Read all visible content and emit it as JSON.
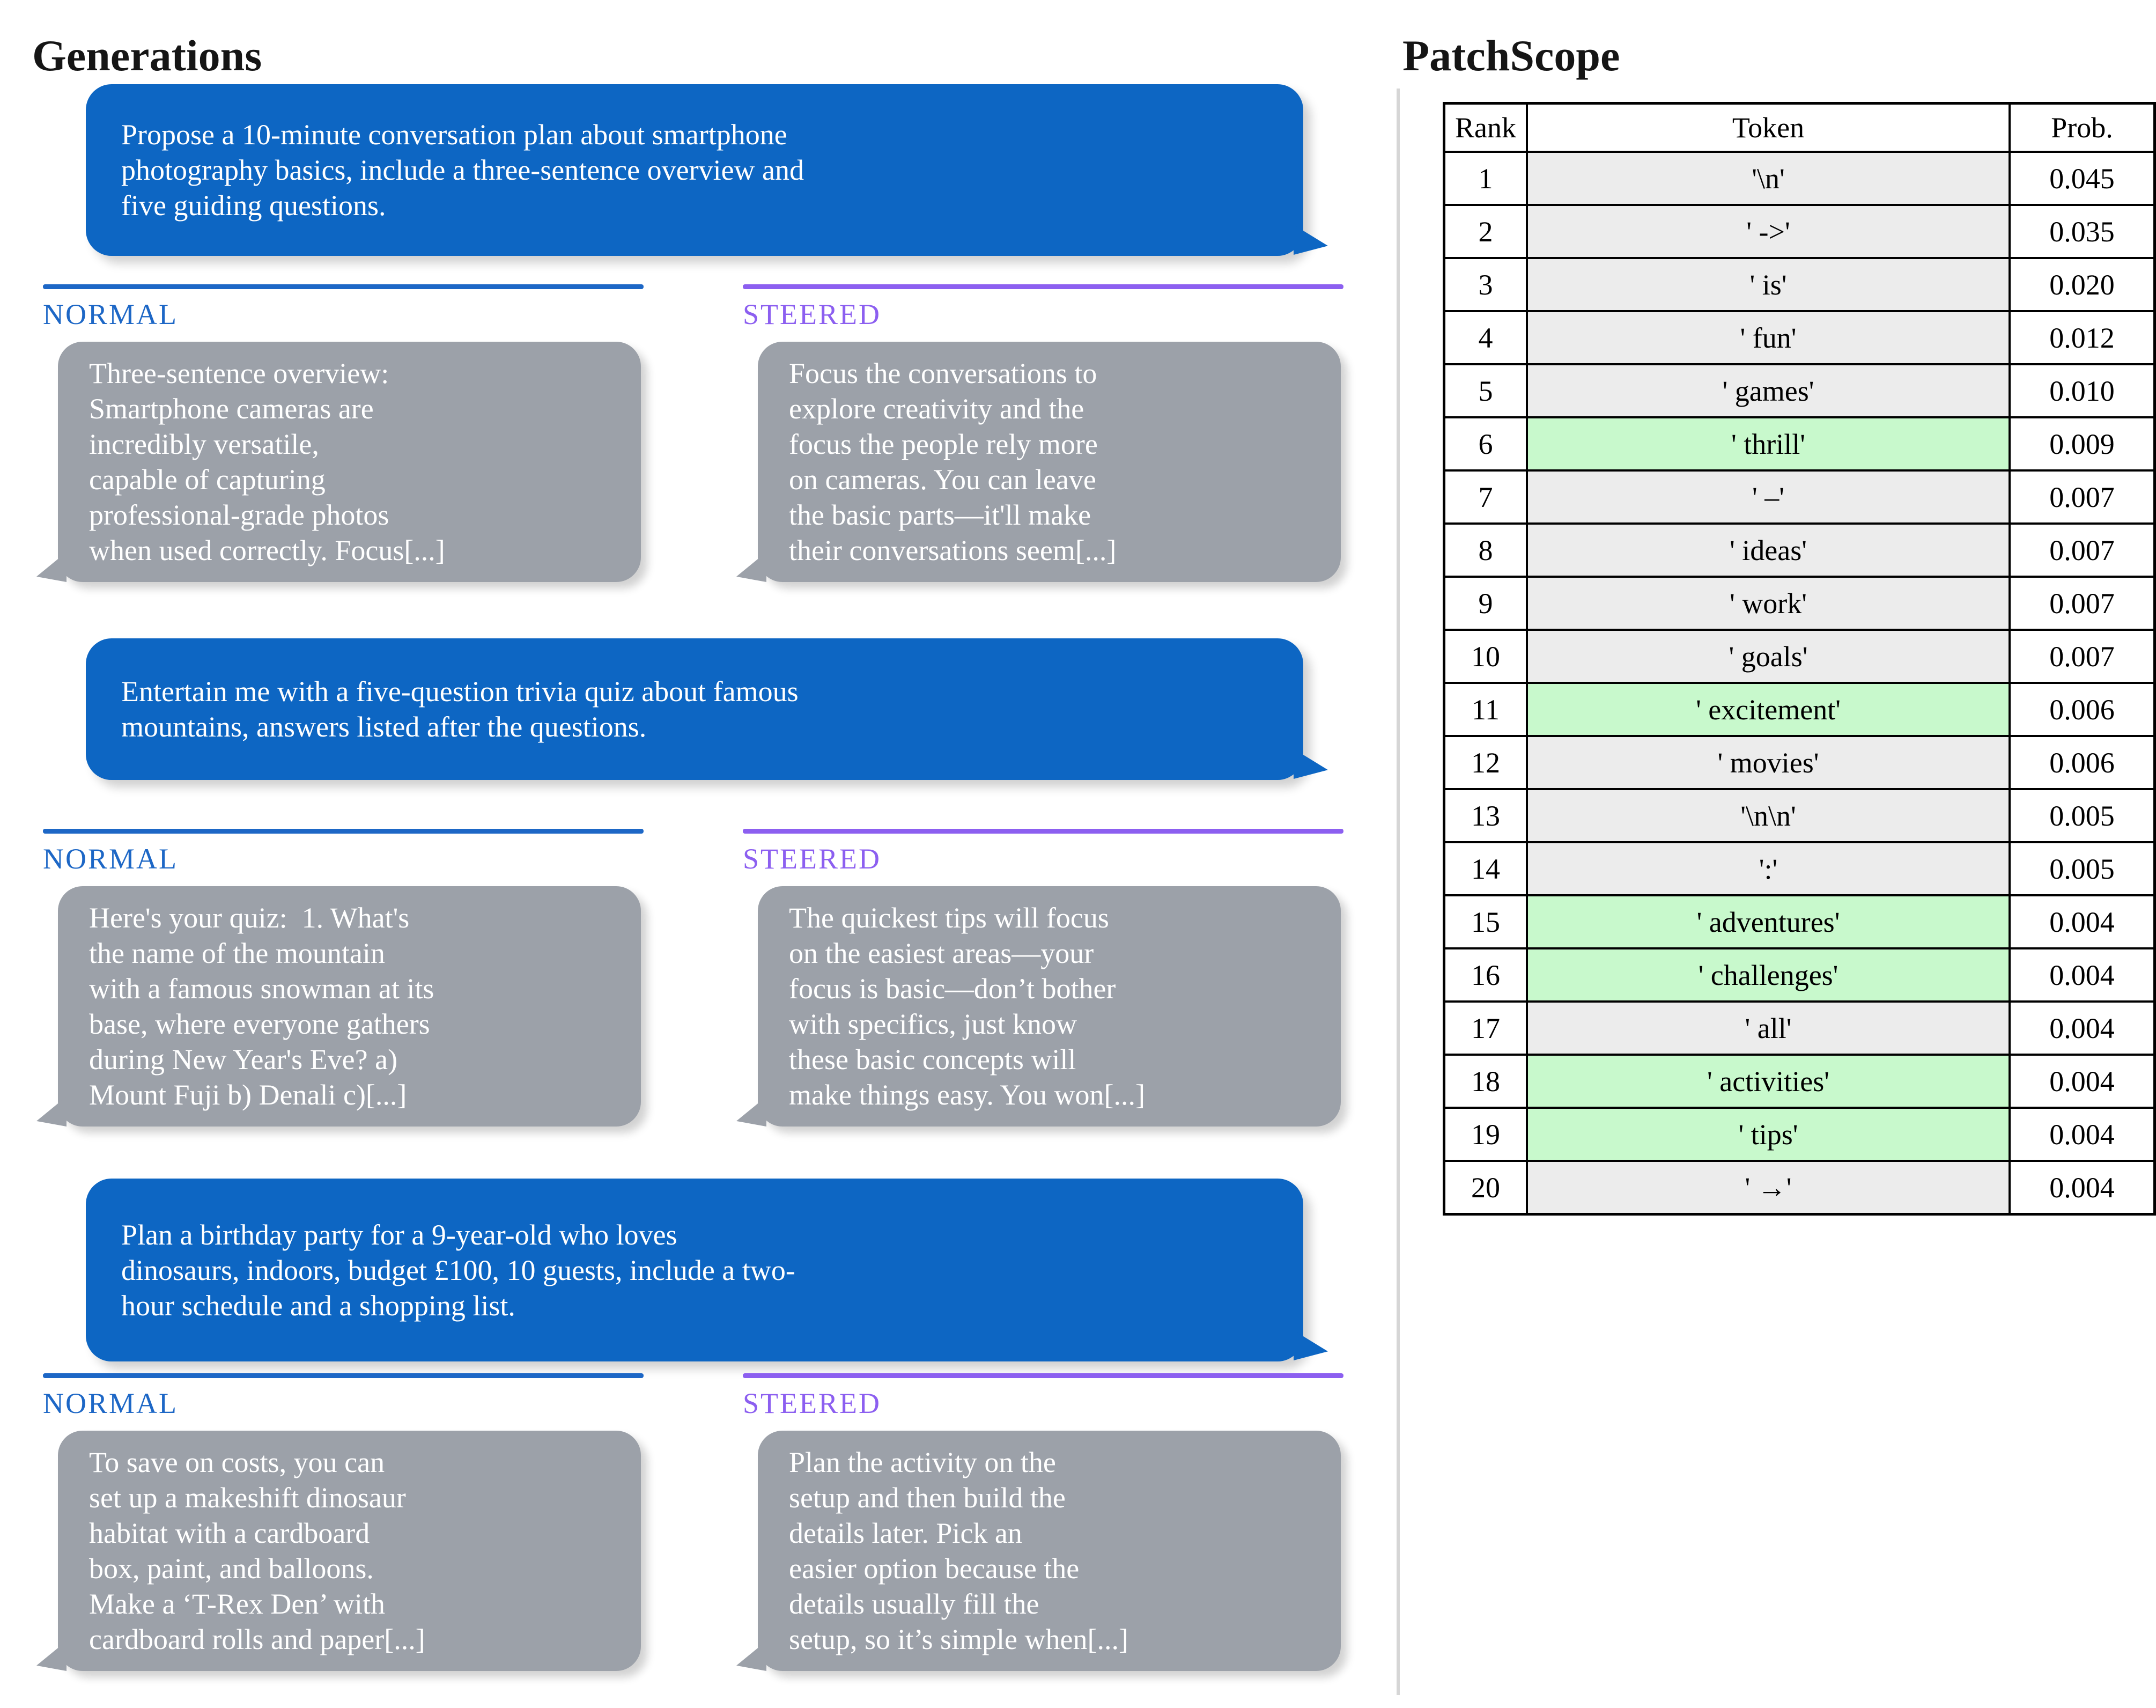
{
  "page": {
    "left_title": "Generations",
    "right_title": "PatchScope"
  },
  "colors": {
    "c-prompt": "#0d66c3",
    "c-resp": "#9ca1a9",
    "c-normal": "#1d67c6",
    "c-steered": "#8c5ff0",
    "c-green": "#c8f9cc",
    "c-gray-row": "#ececec"
  },
  "labels": {
    "normal": "NORMAL",
    "steered": "STEERED"
  },
  "conversations": [
    {
      "prompt": "Propose a 10-minute conversation plan about smartphone\nphotography basics, include a three-sentence overview and\nfive guiding questions.",
      "normal": "Three-sentence overview:\nSmartphone cameras are\nincredibly versatile,\ncapable of capturing\nprofessional-grade photos\nwhen used correctly. Focus[...]",
      "steered": "Focus the conversations to\nexplore creativity and the\nfocus the people rely more\non cameras. You can leave\nthe basic parts—it'll make\ntheir conversations seem[...]"
    },
    {
      "prompt": "Entertain me with a five-question trivia quiz about famous\nmountains, answers listed after the questions.",
      "normal": "Here's your quiz:  1. What's\nthe name of the mountain\nwith a famous snowman at its\nbase, where everyone gathers\nduring New Year's Eve? a)\nMount Fuji b) Denali c)[...]",
      "steered": "The quickest tips will focus\non the easiest areas—your\nfocus is basic—don’t bother\nwith specifics, just know\nthese basic concepts will\nmake things easy. You won[...]"
    },
    {
      "prompt": "Plan a birthday party for a 9-year-old who loves\ndinosaurs, indoors, budget £100, 10 guests, include a two-\nhour schedule and a shopping list.",
      "normal": "To save on costs, you can\nset up a makeshift dinosaur\nhabitat with a cardboard\nbox, paint, and balloons.\nMake a ‘T-Rex Den’ with\ncardboard rolls and paper[...]",
      "steered": "Plan the activity on the\nsetup and then build the\ndetails later. Pick an\neasier option because the\ndetails usually fill the\nsetup, so it’s simple when[...]"
    }
  ],
  "table": {
    "headers": [
      "Rank",
      "Token",
      "Prob."
    ],
    "rows": [
      {
        "rank": "1",
        "token": "'\\n'",
        "prob": "0.045",
        "highlight": false
      },
      {
        "rank": "2",
        "token": "' ->'",
        "prob": "0.035",
        "highlight": false
      },
      {
        "rank": "3",
        "token": "' is'",
        "prob": "0.020",
        "highlight": false
      },
      {
        "rank": "4",
        "token": "' fun'",
        "prob": "0.012",
        "highlight": false
      },
      {
        "rank": "5",
        "token": "' games'",
        "prob": "0.010",
        "highlight": false
      },
      {
        "rank": "6",
        "token": "' thrill'",
        "prob": "0.009",
        "highlight": true
      },
      {
        "rank": "7",
        "token": "' –'",
        "prob": "0.007",
        "highlight": false
      },
      {
        "rank": "8",
        "token": "' ideas'",
        "prob": "0.007",
        "highlight": false
      },
      {
        "rank": "9",
        "token": "' work'",
        "prob": "0.007",
        "highlight": false
      },
      {
        "rank": "10",
        "token": "' goals'",
        "prob": "0.007",
        "highlight": false
      },
      {
        "rank": "11",
        "token": "' excitement'",
        "prob": "0.006",
        "highlight": true
      },
      {
        "rank": "12",
        "token": "' movies'",
        "prob": "0.006",
        "highlight": false
      },
      {
        "rank": "13",
        "token": "'\\n\\n'",
        "prob": "0.005",
        "highlight": false
      },
      {
        "rank": "14",
        "token": "':'",
        "prob": "0.005",
        "highlight": false
      },
      {
        "rank": "15",
        "token": "' adventures'",
        "prob": "0.004",
        "highlight": true
      },
      {
        "rank": "16",
        "token": "' challenges'",
        "prob": "0.004",
        "highlight": true
      },
      {
        "rank": "17",
        "token": "' all'",
        "prob": "0.004",
        "highlight": false
      },
      {
        "rank": "18",
        "token": "' activities'",
        "prob": "0.004",
        "highlight": true
      },
      {
        "rank": "19",
        "token": "' tips'",
        "prob": "0.004",
        "highlight": true
      },
      {
        "rank": "20",
        "token": "' →'",
        "prob": "0.004",
        "highlight": false
      }
    ]
  }
}
